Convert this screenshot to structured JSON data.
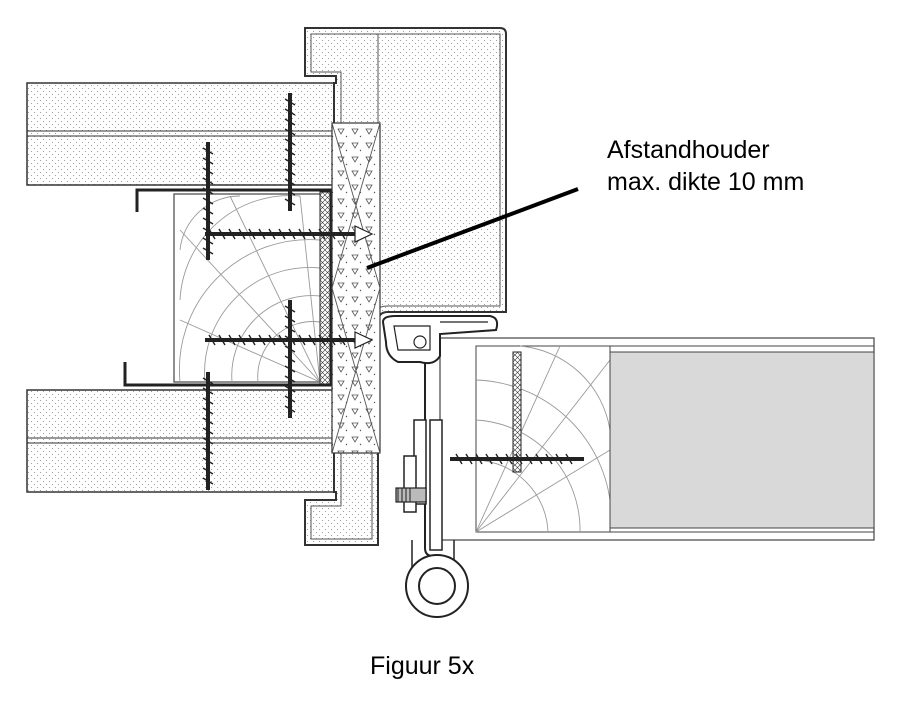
{
  "callout": {
    "line1": "Afstandhouder",
    "line2": "max. dikte 10 mm"
  },
  "caption": "Figuur 5x"
}
